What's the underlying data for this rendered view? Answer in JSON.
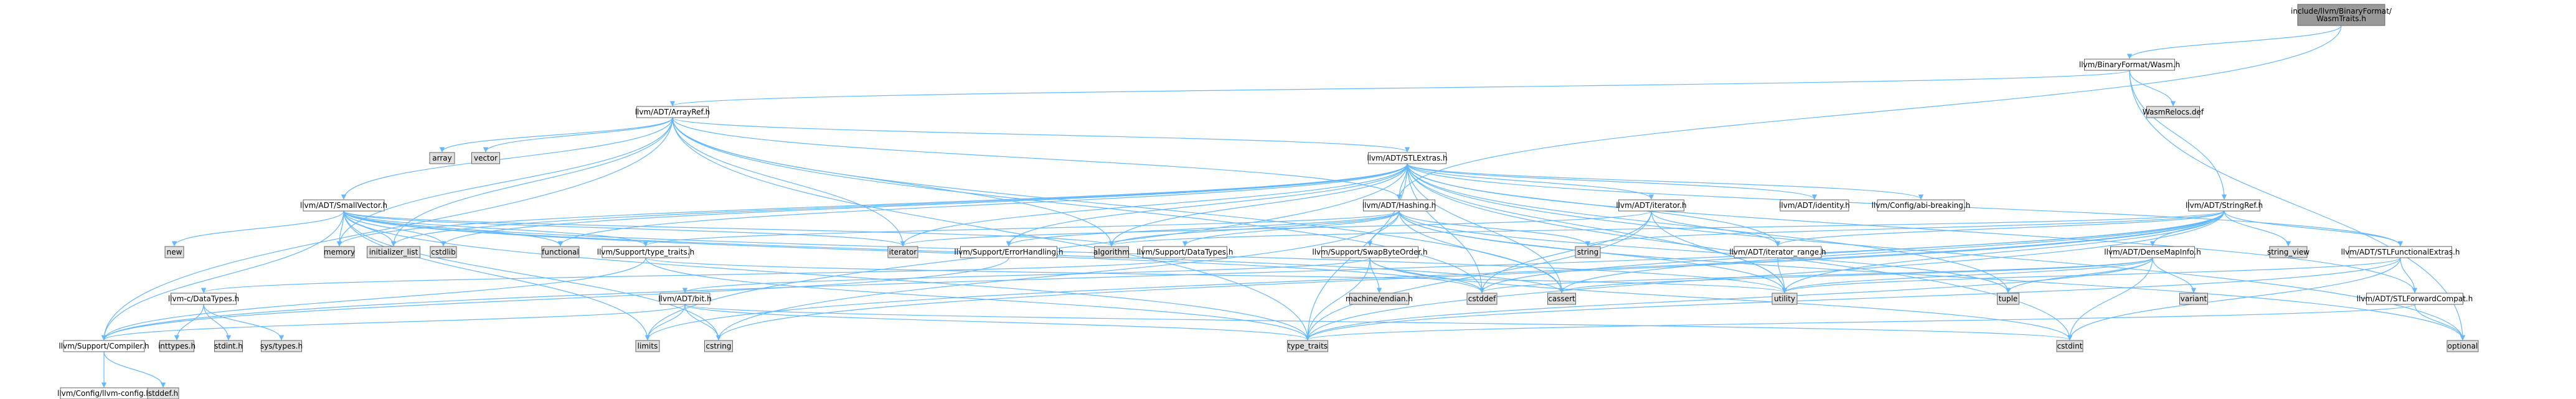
{
  "colors": {
    "root_fill": "#999999",
    "header_fill": "#ffffff",
    "system_fill": "#e0e0e0",
    "edge": "#63b8ff",
    "border": "#666666"
  },
  "nodes": [
    {
      "id": "root",
      "label": "include/llvm/BinaryFormat/\nWasmTraits.h",
      "kind": "root"
    },
    {
      "id": "wasm",
      "label": "llvm/BinaryFormat/Wasm.h",
      "kind": "header"
    },
    {
      "id": "arrayref",
      "label": "llvm/ADT/ArrayRef.h",
      "kind": "header"
    },
    {
      "id": "wasmrelocs",
      "label": "WasmRelocs.def",
      "kind": "system"
    },
    {
      "id": "stlextras",
      "label": "llvm/ADT/STLExtras.h",
      "kind": "header"
    },
    {
      "id": "array",
      "label": "array",
      "kind": "system"
    },
    {
      "id": "vector",
      "label": "vector",
      "kind": "system"
    },
    {
      "id": "smallvector",
      "label": "llvm/ADT/SmallVector.h",
      "kind": "header"
    },
    {
      "id": "hashing",
      "label": "llvm/ADT/Hashing.h",
      "kind": "header"
    },
    {
      "id": "iteratorh",
      "label": "llvm/ADT/iterator.h",
      "kind": "header"
    },
    {
      "id": "identity",
      "label": "llvm/ADT/identity.h",
      "kind": "header"
    },
    {
      "id": "abibreaking",
      "label": "llvm/Config/abi-breaking.h",
      "kind": "header"
    },
    {
      "id": "stringref",
      "label": "llvm/ADT/StringRef.h",
      "kind": "header"
    },
    {
      "id": "new",
      "label": "new",
      "kind": "system"
    },
    {
      "id": "memory",
      "label": "memory",
      "kind": "system"
    },
    {
      "id": "initlist",
      "label": "initializer_list",
      "kind": "system"
    },
    {
      "id": "cstdlib",
      "label": "cstdlib",
      "kind": "system"
    },
    {
      "id": "functional",
      "label": "functional",
      "kind": "system"
    },
    {
      "id": "typetraitsllvm",
      "label": "llvm/Support/type_traits.h",
      "kind": "header"
    },
    {
      "id": "iterator",
      "label": "iterator",
      "kind": "system"
    },
    {
      "id": "algorithm",
      "label": "algorithm",
      "kind": "system"
    },
    {
      "id": "errorhandling",
      "label": "llvm/Support/ErrorHandling.h",
      "kind": "header"
    },
    {
      "id": "datatypes",
      "label": "llvm/Support/DataTypes.h",
      "kind": "header"
    },
    {
      "id": "swapbyteorder",
      "label": "llvm/Support/SwapByteOrder.h",
      "kind": "header"
    },
    {
      "id": "string",
      "label": "string",
      "kind": "system"
    },
    {
      "id": "iterrange",
      "label": "llvm/ADT/iterator_range.h",
      "kind": "header"
    },
    {
      "id": "densemapinfo",
      "label": "llvm/ADT/DenseMapInfo.h",
      "kind": "header"
    },
    {
      "id": "stringview",
      "label": "string_view",
      "kind": "system"
    },
    {
      "id": "stlfunctional",
      "label": "llvm/ADT/STLFunctionalExtras.h",
      "kind": "header"
    },
    {
      "id": "llvmcdatatypes",
      "label": "llvm-c/DataTypes.h",
      "kind": "header"
    },
    {
      "id": "adtbit",
      "label": "llvm/ADT/bit.h",
      "kind": "header"
    },
    {
      "id": "machineendian",
      "label": "machine/endian.h",
      "kind": "system"
    },
    {
      "id": "cstddef",
      "label": "cstddef",
      "kind": "system"
    },
    {
      "id": "cassert",
      "label": "cassert",
      "kind": "system"
    },
    {
      "id": "utility",
      "label": "utility",
      "kind": "system"
    },
    {
      "id": "tuple",
      "label": "tuple",
      "kind": "system"
    },
    {
      "id": "variant",
      "label": "variant",
      "kind": "system"
    },
    {
      "id": "stlforward",
      "label": "llvm/ADT/STLForwardCompat.h",
      "kind": "header"
    },
    {
      "id": "compiler",
      "label": "llvm/Support/Compiler.h",
      "kind": "header"
    },
    {
      "id": "inttypes",
      "label": "inttypes.h",
      "kind": "system"
    },
    {
      "id": "stdint",
      "label": "stdint.h",
      "kind": "system"
    },
    {
      "id": "systypes",
      "label": "sys/types.h",
      "kind": "system"
    },
    {
      "id": "limits",
      "label": "limits",
      "kind": "system"
    },
    {
      "id": "cstring",
      "label": "cstring",
      "kind": "system"
    },
    {
      "id": "typetraits",
      "label": "type_traits",
      "kind": "system"
    },
    {
      "id": "cstdint",
      "label": "cstdint",
      "kind": "system"
    },
    {
      "id": "optional",
      "label": "optional",
      "kind": "system"
    },
    {
      "id": "llvmconfig",
      "label": "llvm/Config/llvm-config.h",
      "kind": "header"
    },
    {
      "id": "stddef",
      "label": "stddef.h",
      "kind": "system"
    }
  ],
  "edges": [
    [
      "root",
      "wasm"
    ],
    [
      "root",
      "hashing"
    ],
    [
      "wasm",
      "arrayref"
    ],
    [
      "wasm",
      "wasmrelocs"
    ],
    [
      "wasm",
      "stringref"
    ],
    [
      "wasm",
      "optional"
    ],
    [
      "arrayref",
      "stlextras"
    ],
    [
      "arrayref",
      "array"
    ],
    [
      "arrayref",
      "vector"
    ],
    [
      "arrayref",
      "smallvector"
    ],
    [
      "arrayref",
      "hashing"
    ],
    [
      "arrayref",
      "compiler"
    ],
    [
      "arrayref",
      "algorithm"
    ],
    [
      "arrayref",
      "cassert"
    ],
    [
      "arrayref",
      "cstddef"
    ],
    [
      "arrayref",
      "initlist"
    ],
    [
      "arrayref",
      "iterator"
    ],
    [
      "arrayref",
      "memory"
    ],
    [
      "arrayref",
      "typetraits"
    ],
    [
      "stlextras",
      "hashing"
    ],
    [
      "stlextras",
      "iteratorh"
    ],
    [
      "stlextras",
      "identity"
    ],
    [
      "stlextras",
      "abibreaking"
    ],
    [
      "stlextras",
      "stlforward"
    ],
    [
      "stlextras",
      "stlfunctional"
    ],
    [
      "stlextras",
      "iterrange"
    ],
    [
      "stlextras",
      "errorhandling"
    ],
    [
      "stlextras",
      "algorithm"
    ],
    [
      "stlextras",
      "cassert"
    ],
    [
      "stlextras",
      "cstddef"
    ],
    [
      "stlextras",
      "cstdint"
    ],
    [
      "stlextras",
      "cstdlib"
    ],
    [
      "stlextras",
      "functional"
    ],
    [
      "stlextras",
      "initlist"
    ],
    [
      "stlextras",
      "iterator"
    ],
    [
      "stlextras",
      "limits"
    ],
    [
      "stlextras",
      "memory"
    ],
    [
      "stlextras",
      "optional"
    ],
    [
      "stlextras",
      "tuple"
    ],
    [
      "stlextras",
      "typetraits"
    ],
    [
      "stlextras",
      "utility"
    ],
    [
      "smallvector",
      "compiler"
    ],
    [
      "smallvector",
      "typetraitsllvm"
    ],
    [
      "smallvector",
      "algorithm"
    ],
    [
      "smallvector",
      "cassert"
    ],
    [
      "smallvector",
      "cstddef"
    ],
    [
      "smallvector",
      "cstdlib"
    ],
    [
      "smallvector",
      "cstring"
    ],
    [
      "smallvector",
      "functional"
    ],
    [
      "smallvector",
      "initlist"
    ],
    [
      "smallvector",
      "iterator"
    ],
    [
      "smallvector",
      "limits"
    ],
    [
      "smallvector",
      "memory"
    ],
    [
      "smallvector",
      "new"
    ],
    [
      "smallvector",
      "typetraits"
    ],
    [
      "smallvector",
      "utility"
    ],
    [
      "hashing",
      "errorhandling"
    ],
    [
      "hashing",
      "datatypes"
    ],
    [
      "hashing",
      "swapbyteorder"
    ],
    [
      "hashing",
      "typetraitsllvm"
    ],
    [
      "hashing",
      "algorithm"
    ],
    [
      "hashing",
      "cassert"
    ],
    [
      "hashing",
      "cstring"
    ],
    [
      "hashing",
      "optional"
    ],
    [
      "hashing",
      "string"
    ],
    [
      "hashing",
      "tuple"
    ],
    [
      "hashing",
      "utility"
    ],
    [
      "iteratorh",
      "iterrange"
    ],
    [
      "iteratorh",
      "cstddef"
    ],
    [
      "iteratorh",
      "iterator"
    ],
    [
      "iteratorh",
      "typetraits"
    ],
    [
      "iteratorh",
      "utility"
    ],
    [
      "stringref",
      "densemapinfo"
    ],
    [
      "stringref",
      "stlfunctional"
    ],
    [
      "stringref",
      "iterrange"
    ],
    [
      "stringref",
      "compiler"
    ],
    [
      "stringref",
      "algorithm"
    ],
    [
      "stringref",
      "cassert"
    ],
    [
      "stringref",
      "cstddef"
    ],
    [
      "stringref",
      "cstring"
    ],
    [
      "stringref",
      "limits"
    ],
    [
      "stringref",
      "string"
    ],
    [
      "stringref",
      "stringview"
    ],
    [
      "stringref",
      "typetraits"
    ],
    [
      "stringref",
      "utility"
    ],
    [
      "typetraitsllvm",
      "compiler"
    ],
    [
      "typetraitsllvm",
      "typetraits"
    ],
    [
      "typetraitsllvm",
      "utility"
    ],
    [
      "errorhandling",
      "compiler"
    ],
    [
      "datatypes",
      "llvmcdatatypes"
    ],
    [
      "swapbyteorder",
      "adtbit"
    ],
    [
      "swapbyteorder",
      "cstddef"
    ],
    [
      "swapbyteorder",
      "cstdint"
    ],
    [
      "swapbyteorder",
      "typetraits"
    ],
    [
      "swapbyteorder",
      "machineendian"
    ],
    [
      "iterrange",
      "utility"
    ],
    [
      "densemapinfo",
      "cassert"
    ],
    [
      "densemapinfo",
      "cstddef"
    ],
    [
      "densemapinfo",
      "cstdint"
    ],
    [
      "densemapinfo",
      "tuple"
    ],
    [
      "densemapinfo",
      "typetraits"
    ],
    [
      "densemapinfo",
      "utility"
    ],
    [
      "densemapinfo",
      "variant"
    ],
    [
      "stlfunctional",
      "stlforward"
    ],
    [
      "stlfunctional",
      "cstdint"
    ],
    [
      "stlfunctional",
      "typetraits"
    ],
    [
      "stlfunctional",
      "utility"
    ],
    [
      "llvmcdatatypes",
      "inttypes"
    ],
    [
      "llvmcdatatypes",
      "stdint"
    ],
    [
      "llvmcdatatypes",
      "systypes"
    ],
    [
      "adtbit",
      "compiler"
    ],
    [
      "adtbit",
      "cstdint"
    ],
    [
      "adtbit",
      "limits"
    ],
    [
      "adtbit",
      "typetraits"
    ],
    [
      "adtbit",
      "cstring"
    ],
    [
      "stlforward",
      "optional"
    ],
    [
      "stlforward",
      "typetraits"
    ],
    [
      "compiler",
      "llvmconfig"
    ],
    [
      "compiler",
      "stddef"
    ]
  ]
}
